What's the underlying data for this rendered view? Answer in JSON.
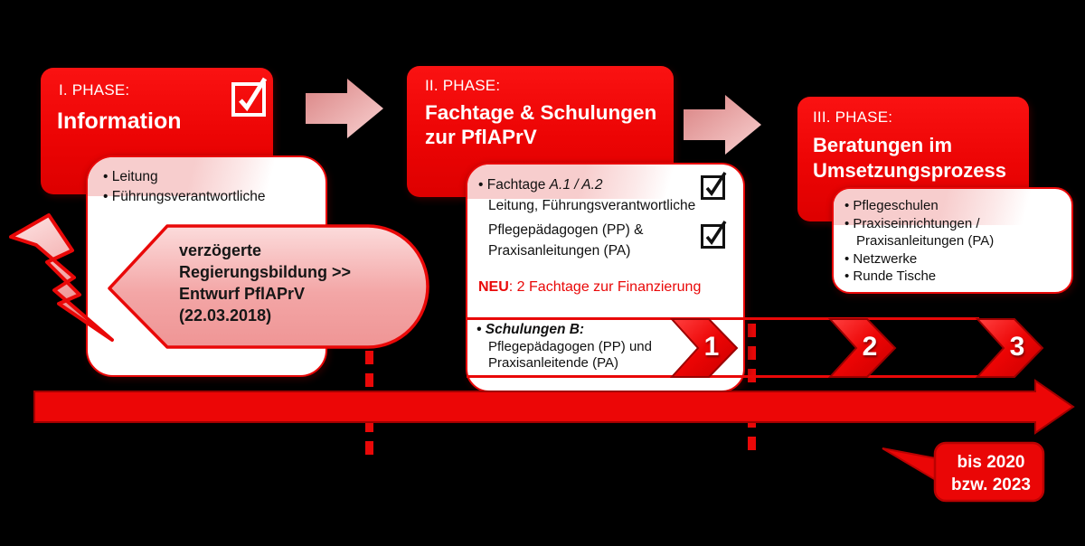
{
  "colors": {
    "red": "#e90808",
    "dark_red": "#a80000",
    "pink": "#f3a8a8",
    "panel_bg": "#ffffff",
    "background": "#000000"
  },
  "phase1": {
    "label": "I. PHASE:",
    "title": "Information",
    "panel_items": [
      "Leitung",
      "Führungsverantwortliche"
    ]
  },
  "phase2": {
    "label": "II. PHASE:",
    "title_line1": "Fachtage & Schulungen",
    "title_line2": "zur PflAPrV",
    "panel": {
      "bullet1_text": "Fachtage ",
      "bullet1_italic": "A.1 / A.2",
      "bullet1_sub": "Leitung, Führungsverantwortliche",
      "line3": "Pflegepädagogen (PP) &",
      "line4": "Praxisanleitungen (PA)",
      "neu_label": "NEU",
      "neu_text": ": 2 Fachtage zur Finanzierung"
    },
    "schulungen": {
      "title": "Schulungen B:",
      "line2": "Pflegepädagogen (PP) und",
      "line3": "Praxisanleitende (PA)",
      "step1": "1",
      "step2": "2",
      "step3": "3"
    }
  },
  "phase3": {
    "label": "III. PHASE:",
    "title_line1": "Beratungen im",
    "title_line2": "Umsetzungsprozess",
    "panel_items": [
      "Pflegeschulen",
      "Praxiseinrichtungen /\nPraxisanleitungen (PA)",
      "Netzwerke",
      "Runde Tische"
    ]
  },
  "callout": {
    "line1": "verzögerte",
    "line2": "Regierungsbildung >>",
    "line3": "Entwurf PflAPrV",
    "line4": "(22.03.2018)"
  },
  "timeline_note": {
    "line1": "bis 2020",
    "line2": "bzw. 2023"
  }
}
